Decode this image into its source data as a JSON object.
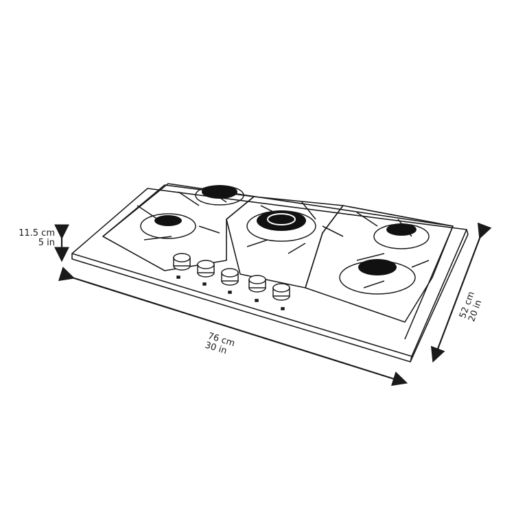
{
  "diagram": {
    "subject": "5-burner gas cooktop (hob) line drawing with dimensions",
    "burners": 5,
    "knobs": 5,
    "colors": {
      "line": "#1a1a1a",
      "background": "#ffffff",
      "burner_cap": "#111111"
    }
  },
  "dimensions": {
    "height": {
      "metric": "11.5 cm",
      "imperial": "5 in"
    },
    "width": {
      "metric": "76 cm",
      "imperial": "30 in"
    },
    "depth": {
      "metric": "52 cm",
      "imperial": "20 in"
    }
  }
}
